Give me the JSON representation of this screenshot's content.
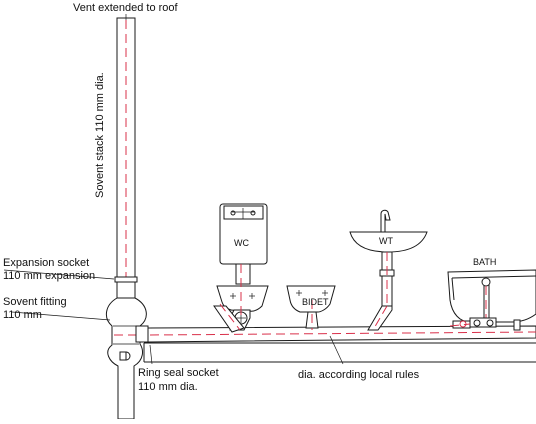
{
  "labels": {
    "vent": "Vent extended to roof",
    "stack": "Sovent stack 110 mm dia.",
    "expansion_line1": "Expansion socket",
    "expansion_line2": "110 mm expansion",
    "sovent_line1": "Sovent fitting",
    "sovent_line2": "110 mm",
    "ring_line1": "Ring seal socket",
    "ring_line2": "110 mm dia.",
    "dia": "dia. according local rules"
  },
  "fixtures": {
    "wc": "WC",
    "bidet": "BIDET",
    "wt": "WT",
    "bath": "BATH"
  },
  "colors": {
    "line": "#1a1a1a",
    "centerline": "#d9304a",
    "fill": "#ffffff"
  }
}
